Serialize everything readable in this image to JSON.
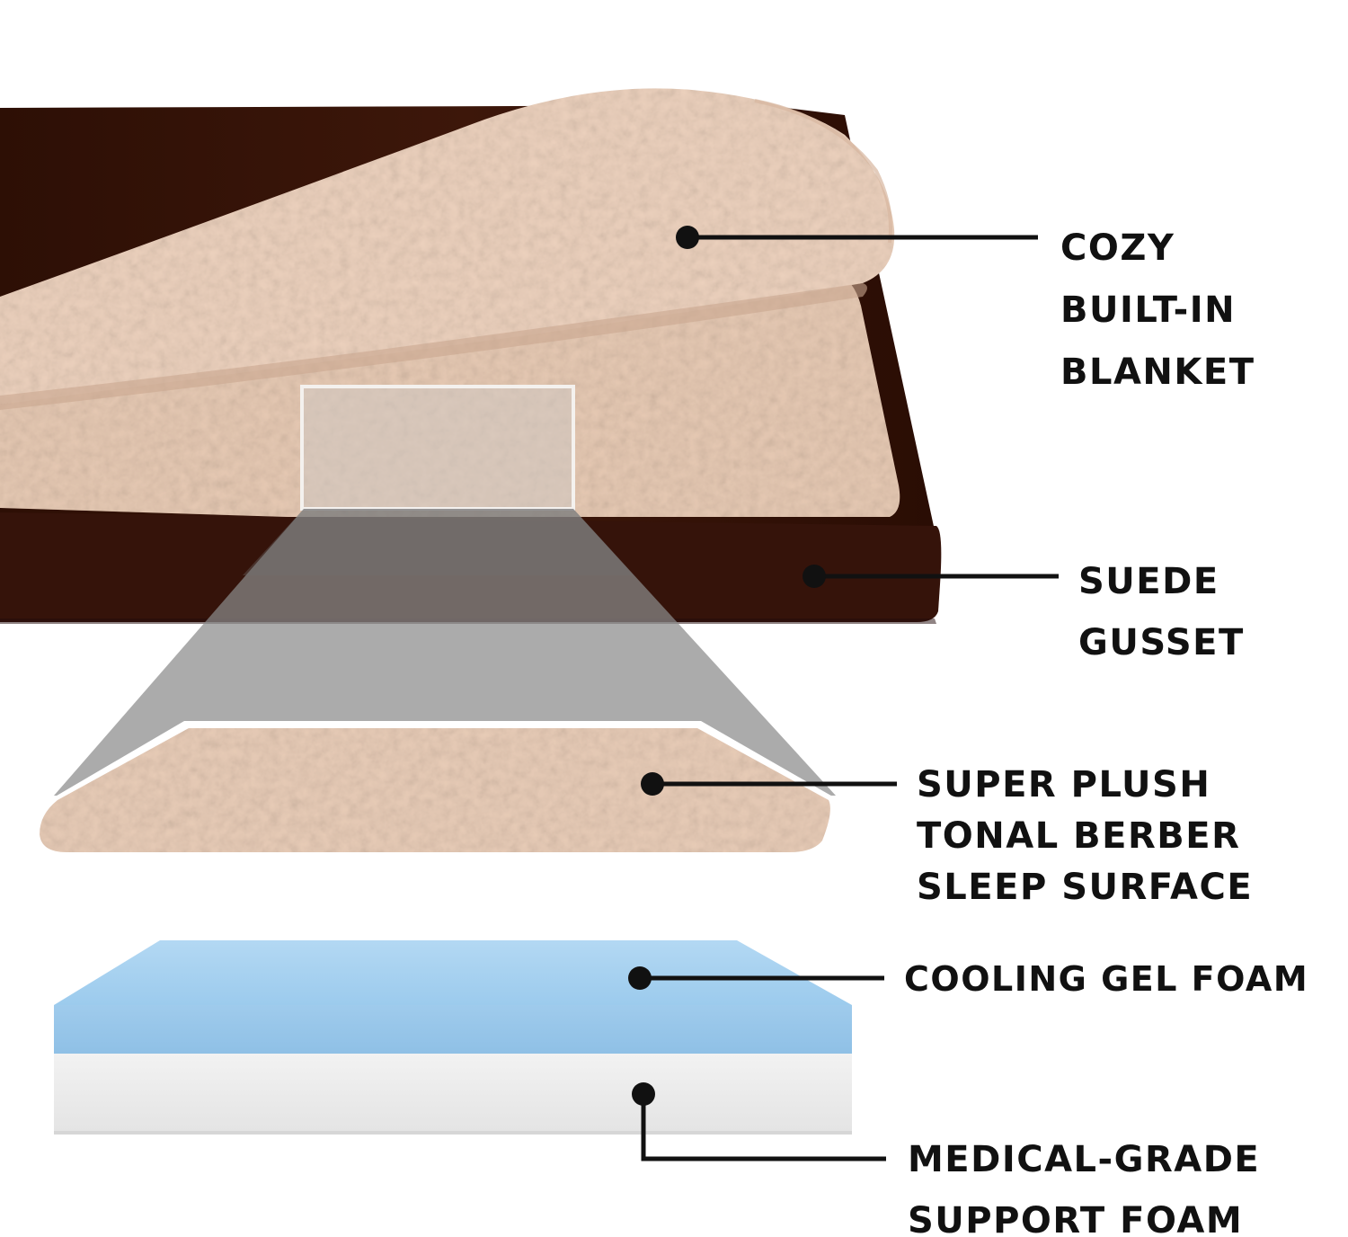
{
  "colors": {
    "background": "#ffffff",
    "suede_brown": "#3a1508",
    "suede_brown_dark": "#2a0e04",
    "berber_tan": "#e8cdb8",
    "berber_tan_shadow": "#d9b9a2",
    "gel_blue": "#a8d1ef",
    "support_white": "#f4f4f4",
    "zoom_gray": "#8f8f8f",
    "callout_black": "#111111"
  },
  "callouts": [
    {
      "id": "blanket",
      "lines": [
        "COZY",
        "BUILT-IN",
        "BLANKET"
      ]
    },
    {
      "id": "gusset",
      "lines": [
        "SUEDE",
        "GUSSET"
      ]
    },
    {
      "id": "surface",
      "lines": [
        "SUPER PLUSH",
        "TONAL BERBER",
        "SLEEP SURFACE"
      ]
    },
    {
      "id": "gel",
      "lines": [
        "COOLING GEL FOAM"
      ]
    },
    {
      "id": "support",
      "lines": [
        "MEDICAL-GRADE",
        "SUPPORT FOAM"
      ]
    }
  ],
  "icons": {
    "callout_marker": "filled-circle-icon"
  }
}
